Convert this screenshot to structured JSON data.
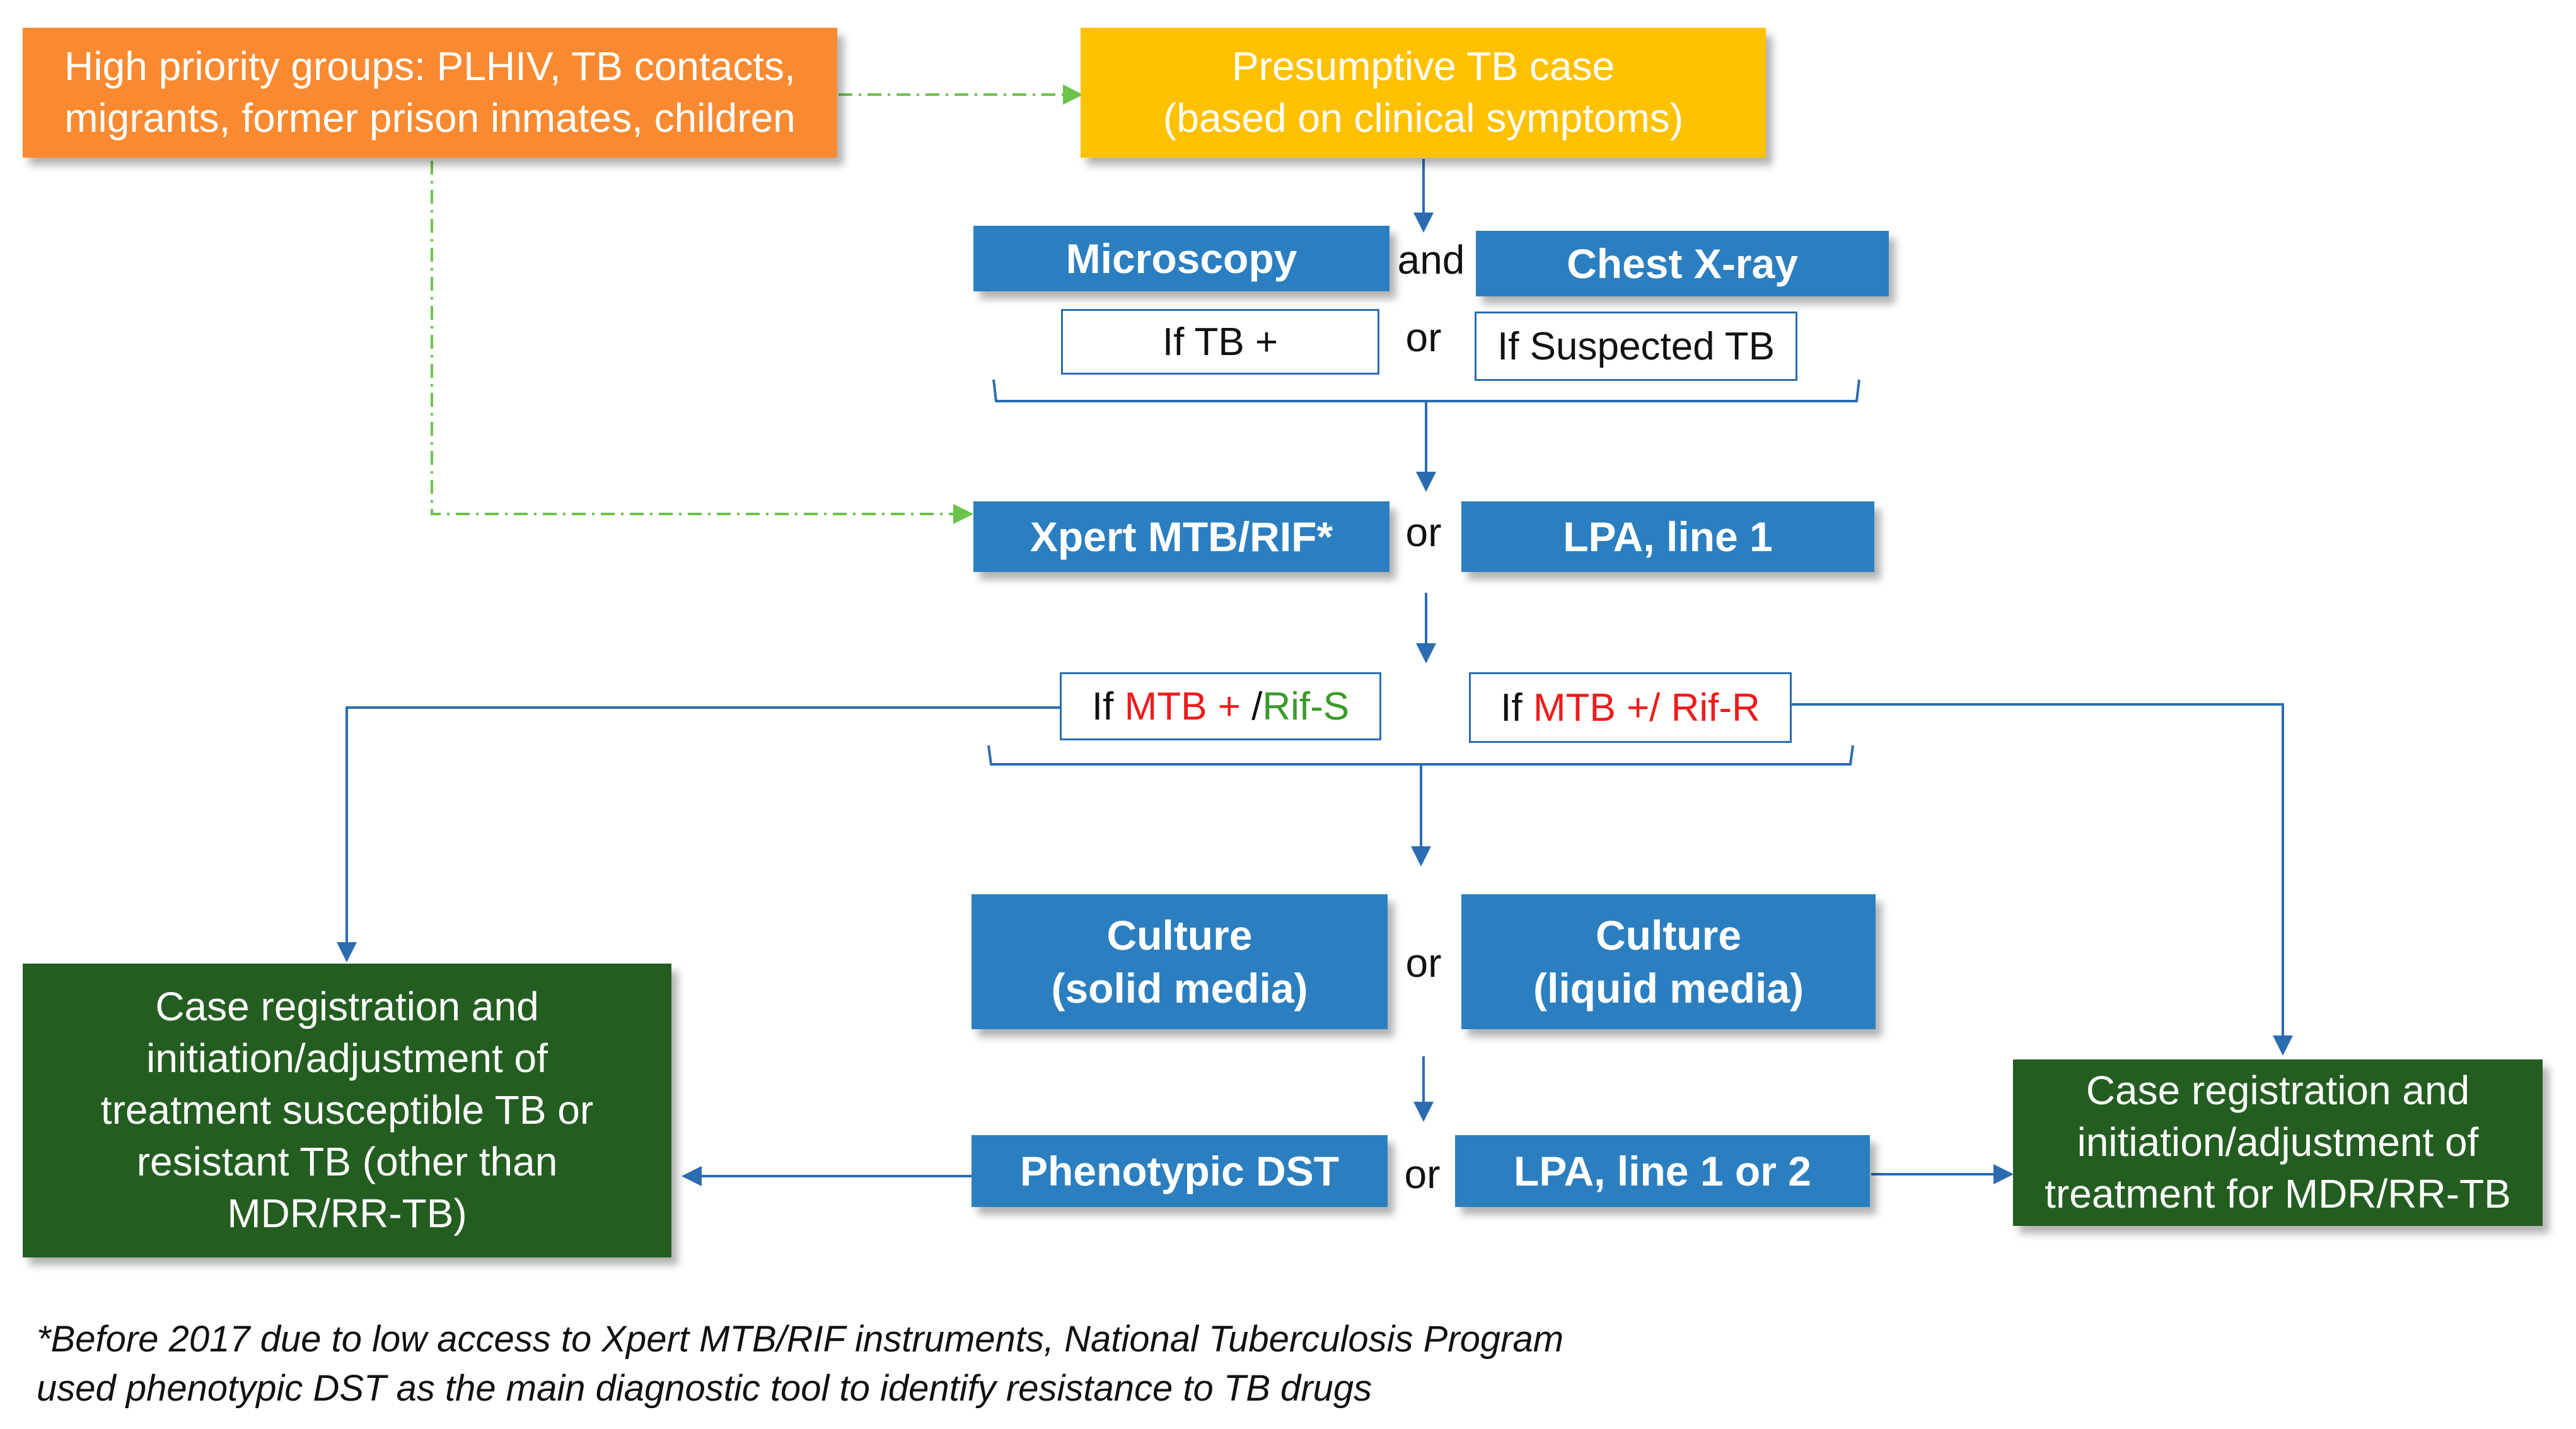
{
  "nodes": {
    "high_priority": {
      "lines": [
        "High priority groups: PLHIV, TB contacts,",
        "migrants, former prison inmates, children"
      ]
    },
    "presumptive": {
      "lines": [
        "Presumptive TB case",
        "(based on clinical symptoms)"
      ]
    },
    "microscopy": {
      "label": "Microscopy"
    },
    "chest_xray": {
      "label": "Chest X-ray"
    },
    "if_tb_pos": {
      "label": "If TB +"
    },
    "if_suspected": {
      "label": "If Suspected TB"
    },
    "xpert": {
      "label": "Xpert MTB/RIF*"
    },
    "lpa_line1": {
      "label": "LPA, line 1"
    },
    "if_rif_s": {
      "prefix": "If ",
      "mtb": "MTB +",
      "sep": " /",
      "rif": "Rif-S"
    },
    "if_rif_r": {
      "prefix": "If ",
      "text": "MTB +/ Rif-R"
    },
    "culture_solid": {
      "lines": [
        "Culture",
        "(solid media)"
      ]
    },
    "culture_liquid": {
      "lines": [
        "Culture",
        "(liquid media)"
      ]
    },
    "phenotypic_dst": {
      "label": "Phenotypic DST"
    },
    "lpa_line12": {
      "label": "LPA, line 1 or 2"
    },
    "case_left": {
      "lines": [
        "Case registration and",
        "initiation/adjustment of",
        "treatment susceptible TB or",
        "resistant TB (other than",
        "MDR/RR-TB)"
      ]
    },
    "case_right": {
      "lines": [
        "Case registration and",
        "initiation/adjustment of",
        "treatment for MDR/RR-TB"
      ]
    }
  },
  "conjunctions": {
    "and_1": "and",
    "or_1": "or",
    "or_2": "or",
    "or_3": "or",
    "or_4": "or"
  },
  "footnote": {
    "lines": [
      "*Before 2017 due to low access to Xpert MTB/RIF instruments, National Tuberculosis Program",
      "used phenotypic DST as the main diagnostic tool to identify resistance to TB drugs"
    ]
  },
  "colors": {
    "orange": "#f98a31",
    "yellow": "#ffc100",
    "blue": "#2b7fc1",
    "green": "#235e20",
    "arrow": "#2b6cb0",
    "dashed_arrow": "#6cc24a",
    "red_text": "#ef1b1b",
    "green_text": "#3a9a2a"
  }
}
